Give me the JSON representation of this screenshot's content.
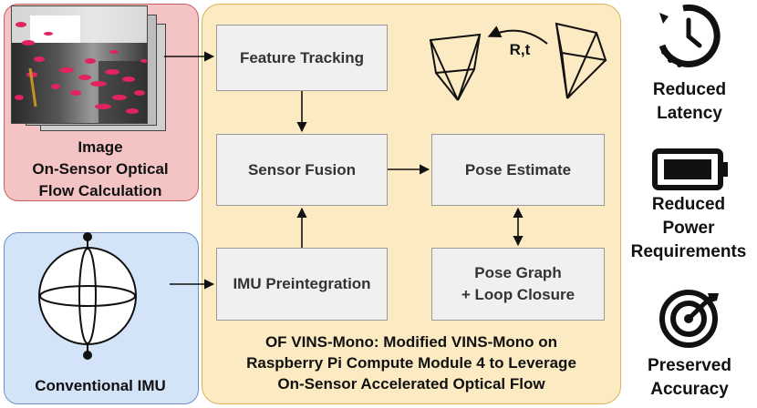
{
  "sensor_panel": {
    "label_lines": [
      "Image",
      "On-Sensor Optical",
      "Flow Calculation"
    ]
  },
  "imu_panel": {
    "label": "Conventional IMU"
  },
  "pipeline": {
    "feature_tracking": "Feature Tracking",
    "sensor_fusion": "Sensor Fusion",
    "pose_estimate": "Pose Estimate",
    "imu_preintegration": "IMU Preintegration",
    "pose_graph_lines": [
      "Pose Graph",
      "+ Loop Closure"
    ],
    "rt_label": "R,t",
    "caption_lines": [
      "OF VINS-Mono: Modified VINS-Mono on",
      "Raspberry Pi Compute Module 4 to Leverage",
      "On-Sensor Accelerated Optical Flow"
    ]
  },
  "benefits": [
    {
      "icon": "clock-icon",
      "lines": [
        "Reduced",
        "Latency"
      ]
    },
    {
      "icon": "battery-icon",
      "lines": [
        "Reduced",
        "Power",
        "Requirements"
      ]
    },
    {
      "icon": "target-icon",
      "lines": [
        "Preserved",
        "Accuracy"
      ]
    }
  ],
  "colors": {
    "sensor_panel": "#f4c4c4",
    "imu_panel": "#d3e3f8",
    "pipeline_panel": "#fcebc2",
    "box_fill": "#f0f0f0"
  }
}
